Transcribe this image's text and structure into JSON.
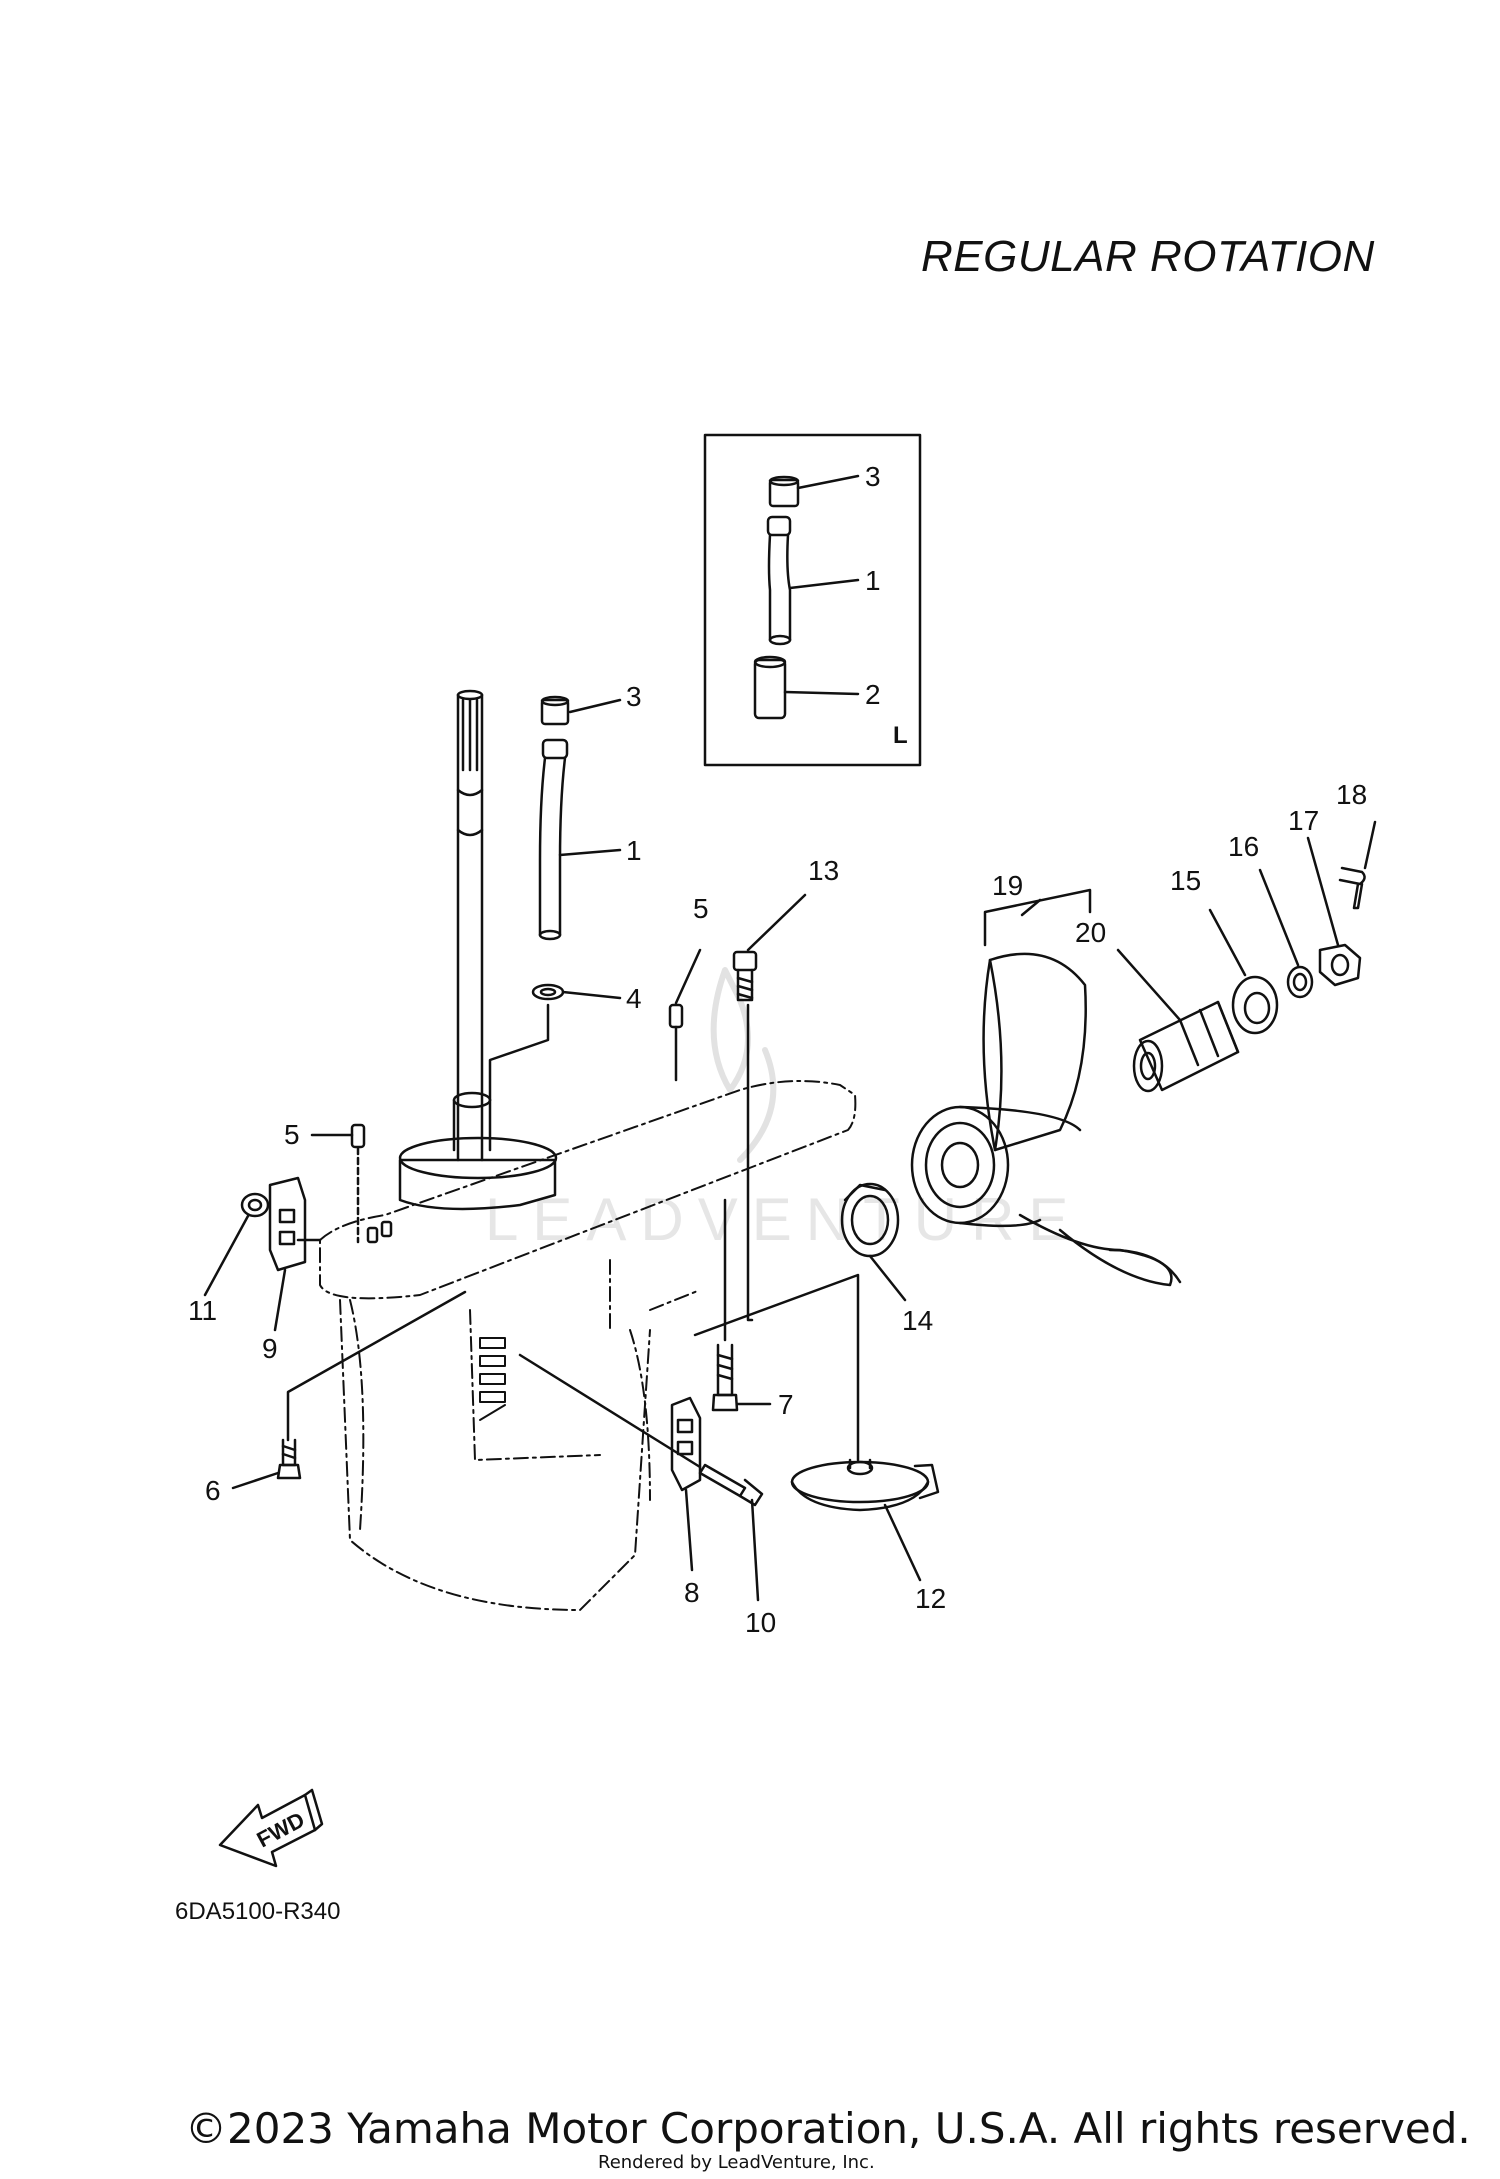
{
  "diagram": {
    "title": "REGULAR ROTATION",
    "drawing_code": "6DA5100-R340",
    "copyright": "©2023 Yamaha Motor Corporation, U.S.A. All rights reserved.",
    "rendered_by": "Rendered by LeadVenture, Inc.",
    "watermark": "LEADVENTURE",
    "fwd_label": "FWD",
    "inset": {
      "label": "L",
      "callouts": [
        "3",
        "1",
        "2"
      ]
    },
    "callouts": [
      "3",
      "1",
      "4",
      "5",
      "13",
      "19",
      "20",
      "15",
      "16",
      "17",
      "18",
      "5",
      "11",
      "9",
      "14",
      "7",
      "6",
      "8",
      "10",
      "12"
    ]
  },
  "colors": {
    "line": "#111111",
    "background": "#ffffff",
    "watermark": "#e6e6e6"
  }
}
